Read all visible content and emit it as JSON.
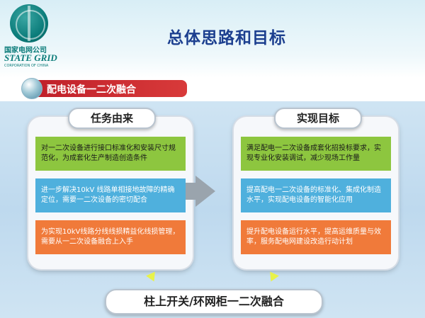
{
  "logo": {
    "name_cn": "国家电网公司",
    "name_en": "STATE GRID",
    "sub_en": "CORPORATION OF CHINA"
  },
  "title": "总体思路和目标",
  "section": {
    "label": "配电设备一二次融合"
  },
  "left_panel": {
    "title": "任务由来",
    "items": [
      "对一二次设备进行接口标准化和安装尺寸规范化，为成套化生产制造创造条件",
      "进一步解决10kV 线路单相接地故障的精确定位，需要一二次设备的密切配合",
      "为实现10kV线路分线线损精益化线损管理，需要从一二次设备融合上入手"
    ]
  },
  "right_panel": {
    "title": "实现目标",
    "items": [
      "满足配电一二次设备成套化招投标要求，实现专业化安装调试，减少现场工作量",
      "提高配电一二次设备的标准化、集成化制造水平，实现配电设备的智能化应用",
      "提升配电设备运行水平，提高运维质量与效率，服务配电网建设改造行动计划"
    ]
  },
  "bottom": {
    "label": "柱上开关/环网柜一二次融合"
  },
  "colors": {
    "title": "#1c3f8f",
    "section_bar": "#c0202a",
    "green": "#8dc63f",
    "blue": "#4fb0dd",
    "orange": "#f07a3a",
    "logo": "#0b7c7a"
  }
}
